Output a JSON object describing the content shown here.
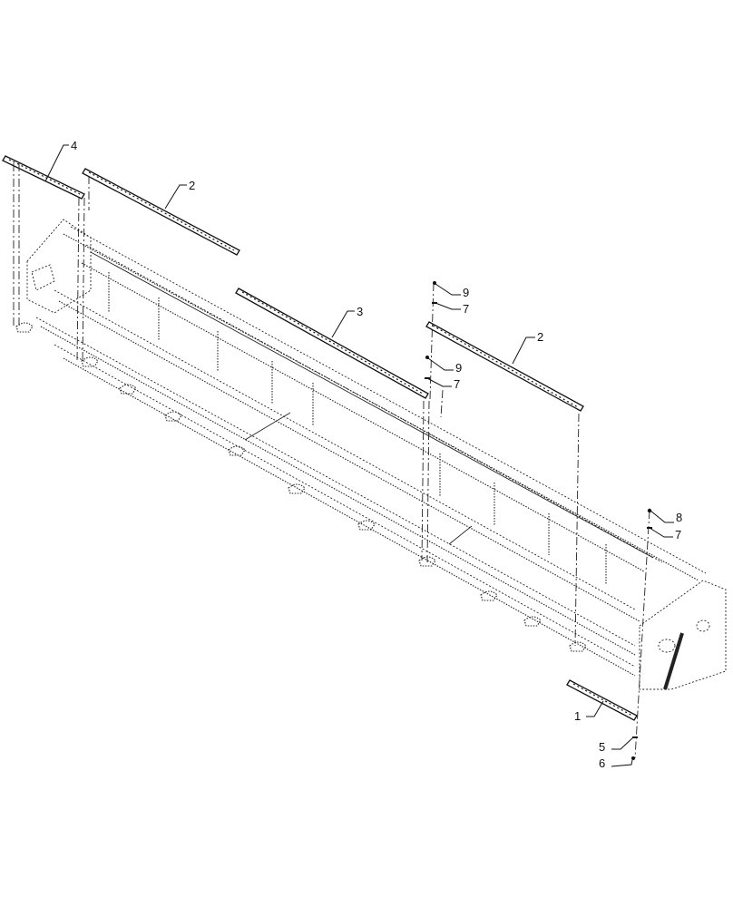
{
  "diagram": {
    "type": "exploded-parts-view",
    "subject": "header frame assembly with wear strips",
    "callouts": [
      {
        "id": "callout-4",
        "label": "4",
        "part": "wear-strip-left-end"
      },
      {
        "id": "callout-2a",
        "label": "2",
        "part": "wear-strip-upper-left"
      },
      {
        "id": "callout-3",
        "label": "3",
        "part": "wear-strip-center"
      },
      {
        "id": "callout-9a",
        "label": "9",
        "part": "fastener-upper"
      },
      {
        "id": "callout-7a",
        "label": "7",
        "part": "washer-upper"
      },
      {
        "id": "callout-2b",
        "label": "2",
        "part": "wear-strip-upper-right"
      },
      {
        "id": "callout-9b",
        "label": "9",
        "part": "fastener-middle"
      },
      {
        "id": "callout-7b",
        "label": "7",
        "part": "washer-middle"
      },
      {
        "id": "callout-8",
        "label": "8",
        "part": "fastener-right"
      },
      {
        "id": "callout-7c",
        "label": "7",
        "part": "washer-right"
      },
      {
        "id": "callout-1",
        "label": "1",
        "part": "wear-strip-lower-right"
      },
      {
        "id": "callout-5",
        "label": "5",
        "part": "washer-lower"
      },
      {
        "id": "callout-6",
        "label": "6",
        "part": "fastener-lower"
      }
    ]
  }
}
